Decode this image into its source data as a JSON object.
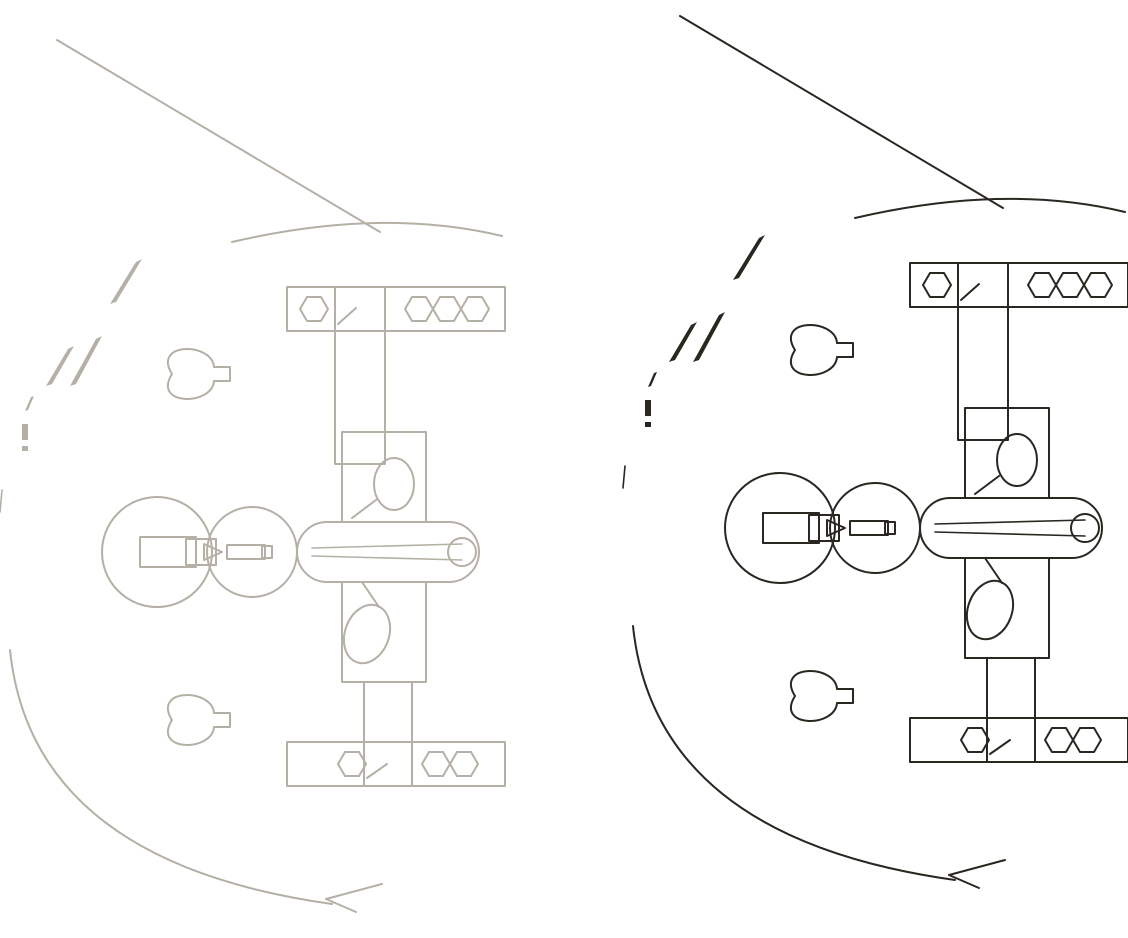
{
  "figure": {
    "panels": [
      {
        "id": "left",
        "tone": "faded",
        "color": "#b5b0a6"
      },
      {
        "id": "right",
        "tone": "dark",
        "color": "#2a2620"
      }
    ],
    "icons": [
      "seat-hexagon-icon",
      "light-bulb-icon",
      "microphone-stand-icon",
      "motion-arc-arrow-icon",
      "alert-mark-icon"
    ]
  }
}
